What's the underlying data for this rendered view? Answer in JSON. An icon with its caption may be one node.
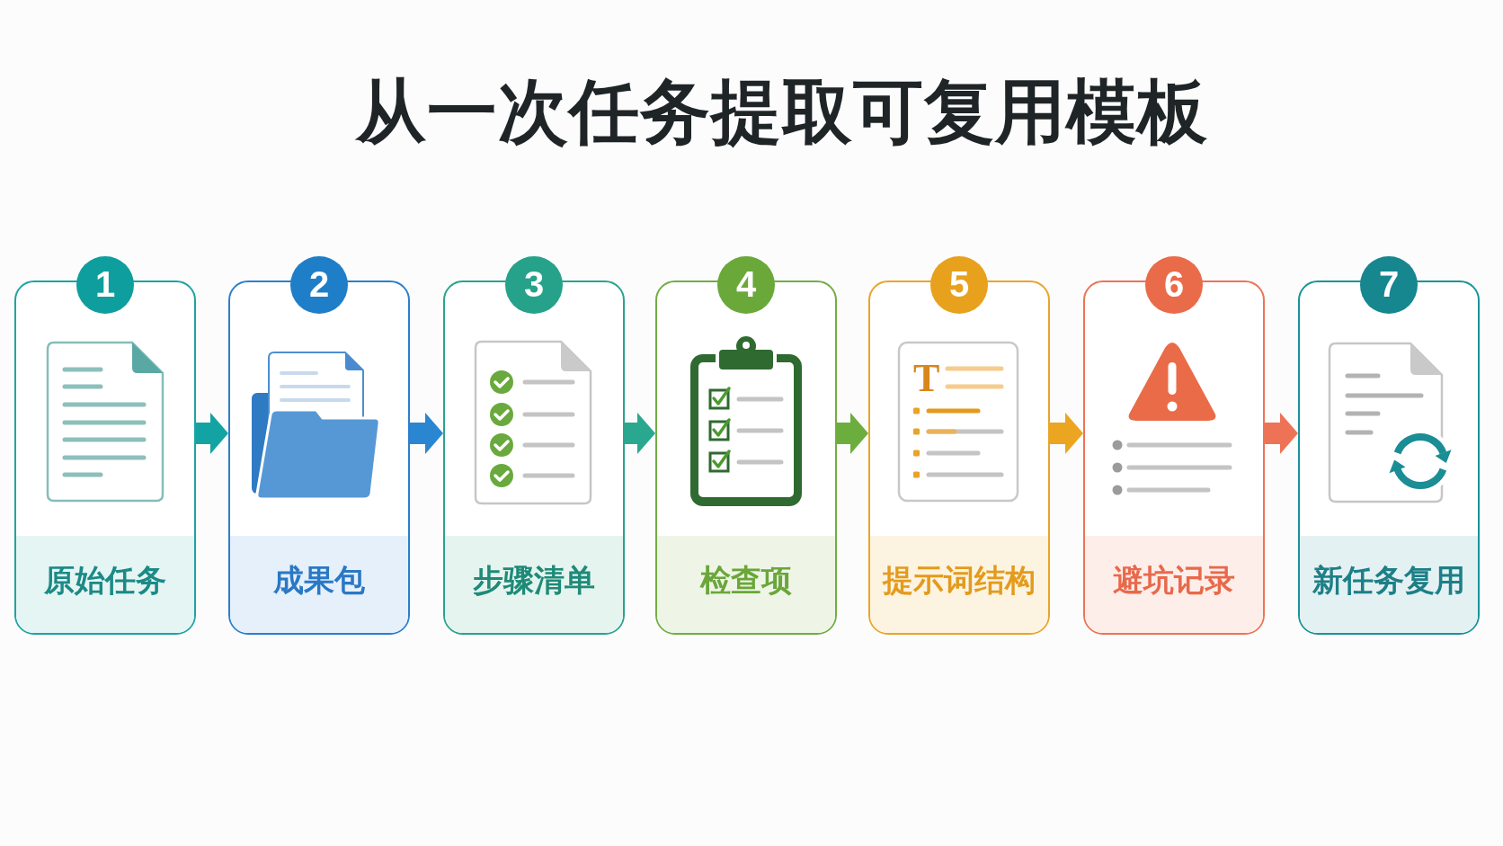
{
  "diagram": {
    "title": "从一次任务提取可复用模板",
    "nodes": [
      {
        "text": [
          "1",
          "原始任务"
        ]
      },
      {
        "text": [
          "2",
          "成果包"
        ]
      },
      {
        "text": [
          "3",
          "步骤清单"
        ]
      },
      {
        "text": [
          "4",
          "检查项"
        ]
      },
      {
        "text": [
          "5",
          "提示词结构"
        ]
      },
      {
        "text": [
          "6",
          "避坑记录"
        ]
      },
      {
        "text": [
          "7",
          "新任务复用"
        ]
      }
    ],
    "edges": [
      {
        "from": 0,
        "to": 1,
        "arrow": "to",
        "color": "#14a3a3"
      },
      {
        "from": 1,
        "to": 2,
        "arrow": "to",
        "color": "#2a86d0"
      },
      {
        "from": 2,
        "to": 3,
        "arrow": "to",
        "color": "#2aa88f"
      },
      {
        "from": 3,
        "to": 4,
        "arrow": "to",
        "color": "#6cae3e"
      },
      {
        "from": 4,
        "to": 5,
        "arrow": "to",
        "color": "#eba520"
      },
      {
        "from": 5,
        "to": 6,
        "arrow": "to",
        "color": "#ee7356"
      }
    ],
    "labels": [
      "T"
    ]
  }
}
